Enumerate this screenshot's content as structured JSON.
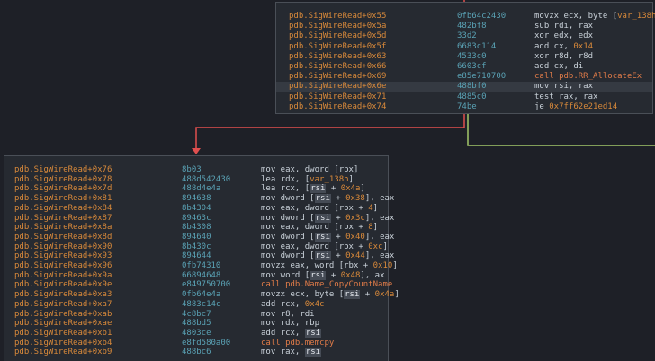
{
  "colors": {
    "background": "#1e2027",
    "block_bg": "#262a31",
    "address": "#d8893a",
    "bytes": "#5aa2b5",
    "call": "#e07b48",
    "edge_true": "#e04f4f",
    "edge_false": "#a3c86a"
  },
  "top_block": {
    "rows": [
      {
        "addr": "pdb.SigWireRead+0x55",
        "bytes": "0fb64c2430",
        "p": [
          {
            "t": "movzx ecx, byte "
          },
          {
            "t": "[",
            "c": ""
          },
          {
            "t": "var_138h",
            "c": "imm"
          },
          {
            "t": "]"
          }
        ]
      },
      {
        "addr": "pdb.SigWireRead+0x5a",
        "bytes": "482bf8",
        "p": [
          {
            "t": "sub rdi, rax"
          }
        ]
      },
      {
        "addr": "pdb.SigWireRead+0x5d",
        "bytes": "33d2",
        "p": [
          {
            "t": "xor edx, edx"
          }
        ]
      },
      {
        "addr": "pdb.SigWireRead+0x5f",
        "bytes": "6683c114",
        "p": [
          {
            "t": "add cx, "
          },
          {
            "t": "0x14",
            "c": "imm"
          }
        ]
      },
      {
        "addr": "pdb.SigWireRead+0x63",
        "bytes": "4533c0",
        "p": [
          {
            "t": "xor r8d, r8d"
          }
        ]
      },
      {
        "addr": "pdb.SigWireRead+0x66",
        "bytes": "6603cf",
        "p": [
          {
            "t": "add cx, di"
          }
        ]
      },
      {
        "addr": "pdb.SigWireRead+0x69",
        "bytes": "e85e710700",
        "p": [
          {
            "t": "call pdb.RR_AllocateEx",
            "c": "call"
          }
        ]
      },
      {
        "addr": "pdb.SigWireRead+0x6e",
        "bytes": "488bf0",
        "p": [
          {
            "t": "mov rsi, rax"
          }
        ],
        "hl": true
      },
      {
        "addr": "pdb.SigWireRead+0x71",
        "bytes": "4885c0",
        "p": [
          {
            "t": "test rax, rax"
          }
        ]
      },
      {
        "addr": "pdb.SigWireRead+0x74",
        "bytes": "74be",
        "p": [
          {
            "t": "je "
          },
          {
            "t": "0x7ff62e21ed14",
            "c": "imm"
          }
        ]
      }
    ]
  },
  "bottom_block": {
    "rows": [
      {
        "addr": "pdb.SigWireRead+0x76",
        "bytes": "8b03",
        "p": [
          {
            "t": "mov eax, dword [rbx]"
          }
        ]
      },
      {
        "addr": "pdb.SigWireRead+0x78",
        "bytes": "488d542430",
        "p": [
          {
            "t": "lea rdx, ["
          },
          {
            "t": "var_138h",
            "c": "imm"
          },
          {
            "t": "]"
          }
        ]
      },
      {
        "addr": "pdb.SigWireRead+0x7d",
        "bytes": "488d4e4a",
        "p": [
          {
            "t": "lea rcx, ["
          },
          {
            "t": "rsi",
            "c": "reg"
          },
          {
            "t": " + "
          },
          {
            "t": "0x4a",
            "c": "imm"
          },
          {
            "t": "]"
          }
        ]
      },
      {
        "addr": "pdb.SigWireRead+0x81",
        "bytes": "894638",
        "p": [
          {
            "t": "mov dword ["
          },
          {
            "t": "rsi",
            "c": "reg"
          },
          {
            "t": " + "
          },
          {
            "t": "0x38",
            "c": "imm"
          },
          {
            "t": "], eax"
          }
        ]
      },
      {
        "addr": "pdb.SigWireRead+0x84",
        "bytes": "8b4304",
        "p": [
          {
            "t": "mov eax, dword [rbx + "
          },
          {
            "t": "4",
            "c": "imm"
          },
          {
            "t": "]"
          }
        ]
      },
      {
        "addr": "pdb.SigWireRead+0x87",
        "bytes": "89463c",
        "p": [
          {
            "t": "mov dword ["
          },
          {
            "t": "rsi",
            "c": "reg"
          },
          {
            "t": " + "
          },
          {
            "t": "0x3c",
            "c": "imm"
          },
          {
            "t": "], eax"
          }
        ]
      },
      {
        "addr": "pdb.SigWireRead+0x8a",
        "bytes": "8b4308",
        "p": [
          {
            "t": "mov eax, dword [rbx + "
          },
          {
            "t": "8",
            "c": "imm"
          },
          {
            "t": "]"
          }
        ]
      },
      {
        "addr": "pdb.SigWireRead+0x8d",
        "bytes": "894640",
        "p": [
          {
            "t": "mov dword ["
          },
          {
            "t": "rsi",
            "c": "reg"
          },
          {
            "t": " + "
          },
          {
            "t": "0x40",
            "c": "imm"
          },
          {
            "t": "], eax"
          }
        ]
      },
      {
        "addr": "pdb.SigWireRead+0x90",
        "bytes": "8b430c",
        "p": [
          {
            "t": "mov eax, dword [rbx + "
          },
          {
            "t": "0xc",
            "c": "imm"
          },
          {
            "t": "]"
          }
        ]
      },
      {
        "addr": "pdb.SigWireRead+0x93",
        "bytes": "894644",
        "p": [
          {
            "t": "mov dword ["
          },
          {
            "t": "rsi",
            "c": "reg"
          },
          {
            "t": " + "
          },
          {
            "t": "0x44",
            "c": "imm"
          },
          {
            "t": "], eax"
          }
        ]
      },
      {
        "addr": "pdb.SigWireRead+0x96",
        "bytes": "0fb74310",
        "p": [
          {
            "t": "movzx eax, word [rbx + "
          },
          {
            "t": "0x10",
            "c": "imm"
          },
          {
            "t": "]"
          }
        ]
      },
      {
        "addr": "pdb.SigWireRead+0x9a",
        "bytes": "66894648",
        "p": [
          {
            "t": "mov word ["
          },
          {
            "t": "rsi",
            "c": "reg"
          },
          {
            "t": " + "
          },
          {
            "t": "0x48",
            "c": "imm"
          },
          {
            "t": "], ax"
          }
        ]
      },
      {
        "addr": "pdb.SigWireRead+0x9e",
        "bytes": "e849750700",
        "p": [
          {
            "t": "call pdb.Name_CopyCountName",
            "c": "call"
          }
        ]
      },
      {
        "addr": "pdb.SigWireRead+0xa3",
        "bytes": "0fb64e4a",
        "p": [
          {
            "t": "movzx ecx, byte ["
          },
          {
            "t": "rsi",
            "c": "reg"
          },
          {
            "t": " + "
          },
          {
            "t": "0x4a",
            "c": "imm"
          },
          {
            "t": "]"
          }
        ]
      },
      {
        "addr": "pdb.SigWireRead+0xa7",
        "bytes": "4883c14c",
        "p": [
          {
            "t": "add rcx, "
          },
          {
            "t": "0x4c",
            "c": "imm"
          }
        ]
      },
      {
        "addr": "pdb.SigWireRead+0xab",
        "bytes": "4c8bc7",
        "p": [
          {
            "t": "mov r8, rdi"
          }
        ]
      },
      {
        "addr": "pdb.SigWireRead+0xae",
        "bytes": "488bd5",
        "p": [
          {
            "t": "mov rdx, rbp"
          }
        ]
      },
      {
        "addr": "pdb.SigWireRead+0xb1",
        "bytes": "4803ce",
        "p": [
          {
            "t": "add rcx, "
          },
          {
            "t": "rsi",
            "c": "reg"
          }
        ]
      },
      {
        "addr": "pdb.SigWireRead+0xb4",
        "bytes": "e8fd580a00",
        "p": [
          {
            "t": "call pdb.memcpy",
            "c": "call"
          }
        ]
      },
      {
        "addr": "pdb.SigWireRead+0xb9",
        "bytes": "488bc6",
        "p": [
          {
            "t": "mov rax, "
          },
          {
            "t": "rsi",
            "c": "reg"
          }
        ]
      }
    ]
  }
}
